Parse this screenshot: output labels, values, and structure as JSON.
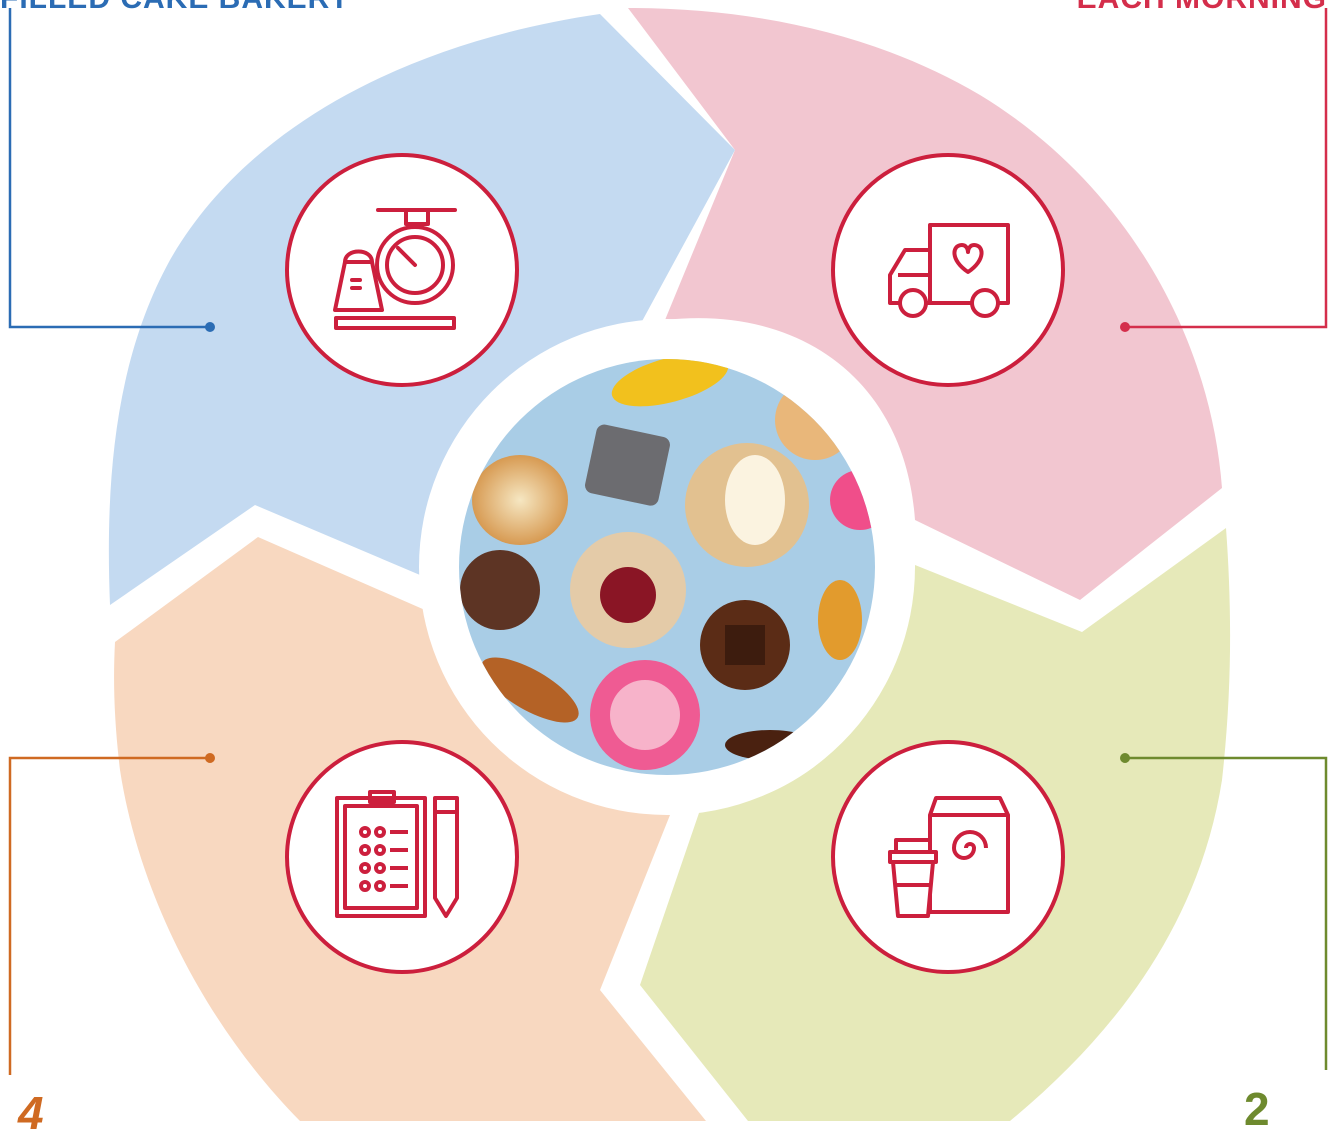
{
  "labels": {
    "top_left": "FILLED CAKE BAKERY",
    "top_right": "EACH MORNING",
    "bottom_left_number": "4",
    "bottom_right_number": "2"
  },
  "segments": [
    {
      "id": "top-left",
      "color": "#c4daf1",
      "icon": "kitchen-scale-icon",
      "connector_color": "#2b6cb4"
    },
    {
      "id": "top-right",
      "color": "#f2c6d0",
      "icon": "delivery-truck-heart-icon",
      "connector_color": "#d42e4b"
    },
    {
      "id": "bottom-right",
      "color": "#e6e9b9",
      "icon": "coffee-cup-and-bag-icon",
      "connector_color": "#6e8a2e"
    },
    {
      "id": "bottom-left",
      "color": "#f8d8c0",
      "icon": "clipboard-checklist-pencil-icon",
      "connector_color": "#cf6a22"
    }
  ],
  "center_image": "pastries-photo",
  "icon_color": "#cc1f3d"
}
